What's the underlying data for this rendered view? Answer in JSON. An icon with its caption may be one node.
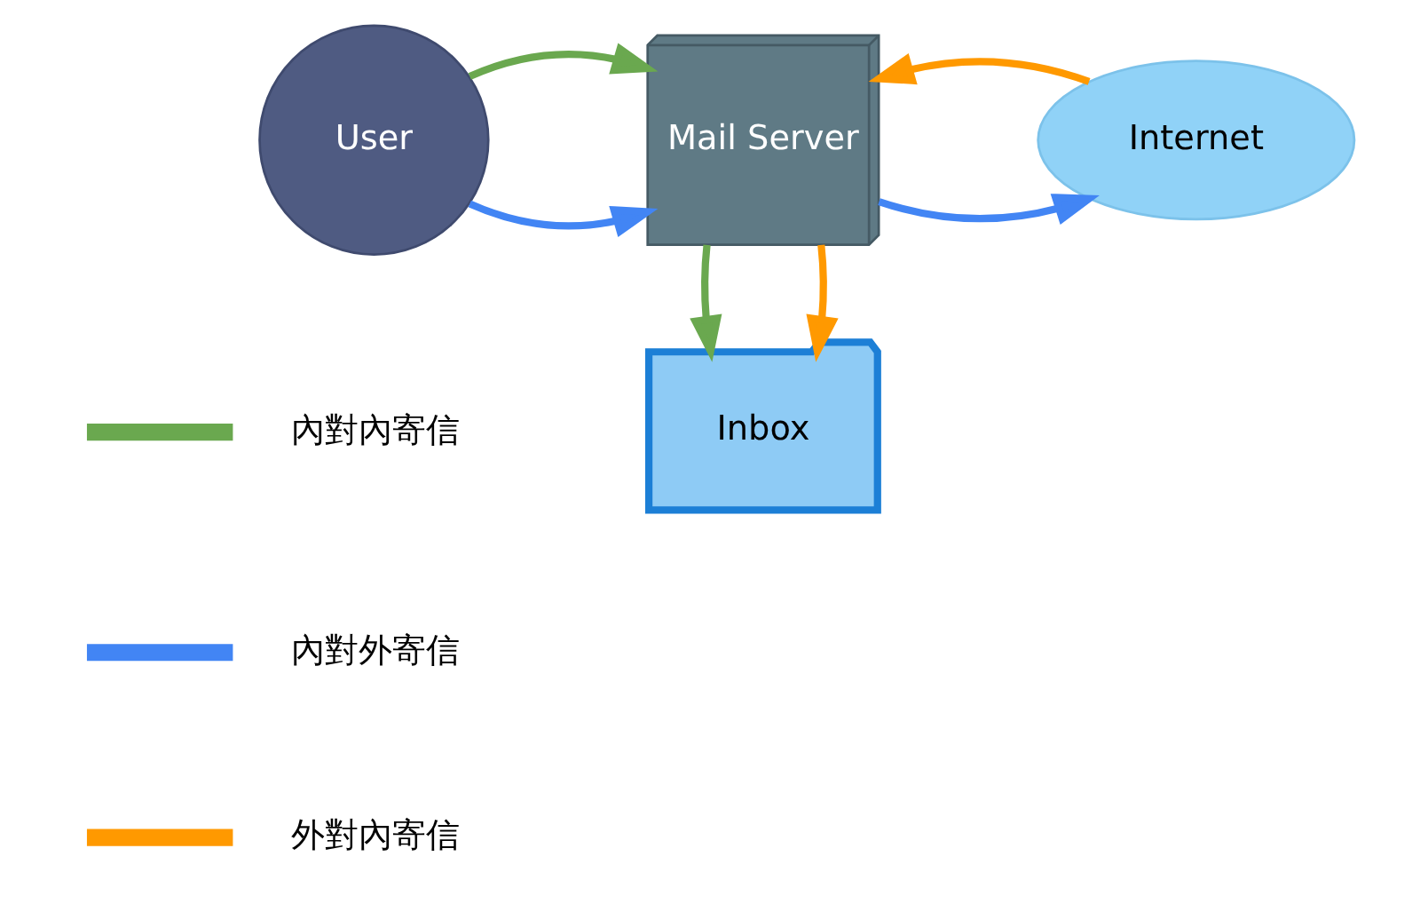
{
  "diagram": {
    "nodes": [
      {
        "text": [
          "User"
        ]
      },
      {
        "text": [
          "Mail Server"
        ]
      },
      {
        "text": [
          "Internet"
        ]
      },
      {
        "text": [
          "Inbox"
        ]
      }
    ],
    "edges": [
      {
        "from": 0,
        "to": 1,
        "arrow": "to",
        "color": "#4285f4"
      },
      {
        "from": 0,
        "to": 1,
        "arrow": "to",
        "color": "#6aa84f"
      },
      {
        "from": 1,
        "to": 2,
        "arrow": "to",
        "color": "#4285f4"
      },
      {
        "from": 2,
        "to": 1,
        "arrow": "to",
        "color": "#ff9900"
      },
      {
        "from": 1,
        "to": 3,
        "arrow": "to",
        "color": "#6aa84f"
      },
      {
        "from": 1,
        "to": 3,
        "arrow": "to",
        "color": "#ff9900"
      }
    ],
    "legend": [
      {
        "text": "內對內寄信",
        "color": "#6aa84f"
      },
      {
        "text": "內對外寄信",
        "color": "#4285f4"
      },
      {
        "text": "外對內寄信",
        "color": "#ff9900"
      }
    ]
  }
}
